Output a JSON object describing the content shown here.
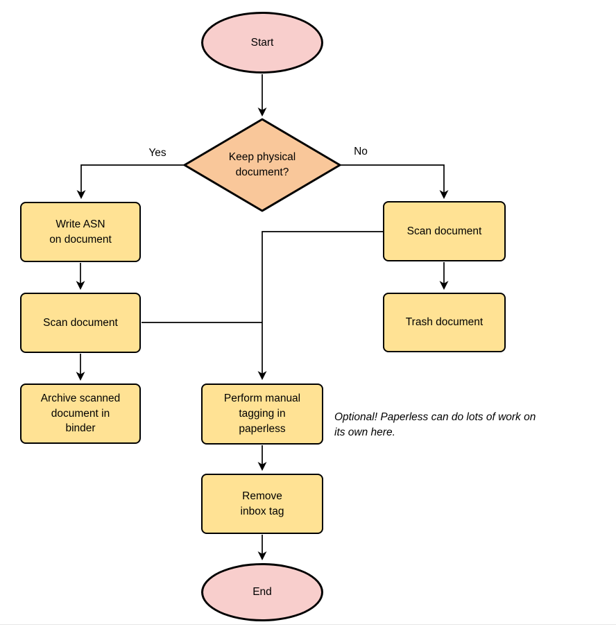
{
  "diagram": {
    "description": "Document intake flowchart",
    "nodes": {
      "start": {
        "type": "terminator",
        "label": "Start"
      },
      "decision": {
        "type": "decision",
        "label": "Keep physical\ndocument?"
      },
      "write_asn": {
        "type": "process",
        "label": "Write ASN\non document"
      },
      "scan_left": {
        "type": "process",
        "label": "Scan document"
      },
      "archive": {
        "type": "process",
        "label": "Archive scanned\ndocument in\nbinder"
      },
      "scan_right": {
        "type": "process",
        "label": "Scan document"
      },
      "trash": {
        "type": "process",
        "label": "Trash document"
      },
      "tagging": {
        "type": "process",
        "label": "Perform manual\ntagging in\npaperless"
      },
      "remove_inbox": {
        "type": "process",
        "label": "Remove\ninbox tag"
      },
      "end": {
        "type": "terminator",
        "label": "End"
      }
    },
    "edge_labels": {
      "yes": "Yes",
      "no": "No"
    },
    "annotation": "Optional! Paperless can do lots of work on\nits own here.",
    "edges": [
      "start -> decision",
      "decision -> write_asn (Yes)",
      "decision -> scan_right (No)",
      "write_asn -> scan_left",
      "scan_left -> archive",
      "scan_left -> tagging",
      "scan_right -> trash",
      "scan_right -> tagging",
      "tagging -> remove_inbox",
      "remove_inbox -> end"
    ],
    "colors": {
      "terminator_fill": "#f8cecc",
      "decision_fill": "#f9c79a",
      "process_fill": "#ffe294",
      "stroke": "#000000",
      "page_divider": "#e6e6e6"
    }
  }
}
